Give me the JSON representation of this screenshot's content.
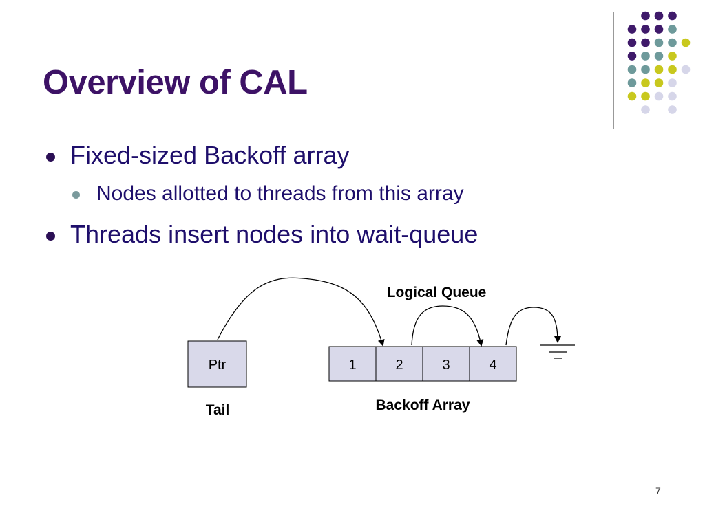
{
  "slide": {
    "title": "Overview of CAL",
    "page_number": "7",
    "bullets": [
      {
        "text": "Fixed-sized Backoff array",
        "sub": [
          "Nodes allotted to threads from this array"
        ]
      },
      {
        "text": "Threads insert nodes into wait-queue",
        "sub": []
      }
    ]
  },
  "diagram": {
    "tail_cell": "Ptr",
    "tail_label": "Tail",
    "array_cells": [
      "1",
      "2",
      "3",
      "4"
    ],
    "array_label": "Backoff Array",
    "queue_label": "Logical Queue"
  },
  "decoration": {
    "dot_colors": {
      "purple": "#3f1a6a",
      "teal": "#6e9a9b",
      "yellow": "#c8c81e",
      "lavender": "#d6d6e9"
    },
    "accent_line_color": "#555555"
  }
}
